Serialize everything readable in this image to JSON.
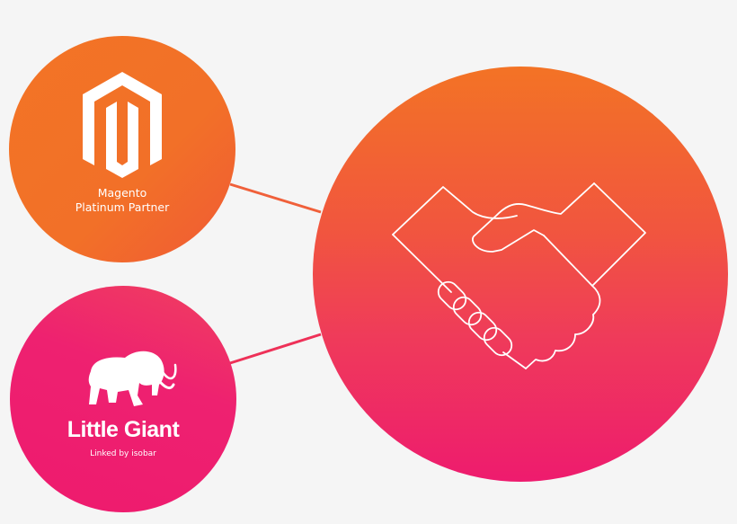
{
  "diagram": {
    "background": "#f5f5f5",
    "nodes": [
      {
        "id": "magento",
        "icon": "magento-logo-icon",
        "label_line1": "Magento",
        "label_line2": "Platinum Partner",
        "color": "#f37425"
      },
      {
        "id": "little-giant",
        "icon": "mammoth-logo-icon",
        "title": "Little Giant",
        "subtitle": "Linked by isobar",
        "color": "#ee1a6e"
      },
      {
        "id": "partnership",
        "icon": "handshake-icon",
        "gradient_top": "#f37325",
        "gradient_bottom": "#ee1b6e"
      }
    ],
    "edges": [
      {
        "from": "magento",
        "to": "partnership",
        "color": "#f05a35"
      },
      {
        "from": "little-giant",
        "to": "partnership",
        "color": "#ee3158"
      }
    ]
  }
}
